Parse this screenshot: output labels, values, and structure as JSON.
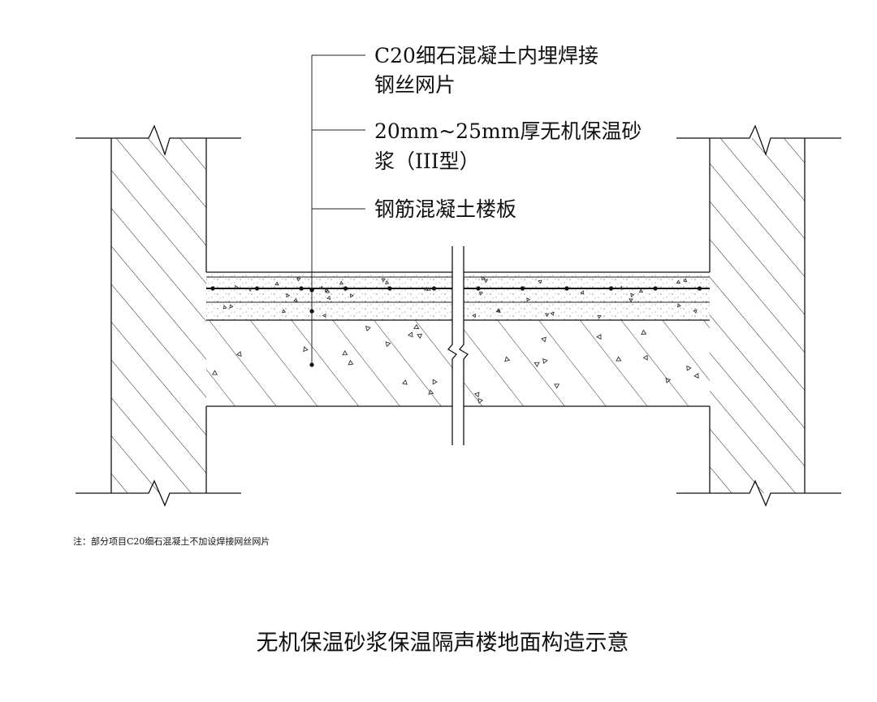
{
  "callouts": [
    {
      "line1": "C20细石混凝土内埋焊接",
      "line2": "钢丝网片"
    },
    {
      "line1": "20mm~25mm厚无机保温砂",
      "line2": "浆（III型）"
    },
    {
      "line1": "钢筋混凝土楼板",
      "line2": ""
    }
  ],
  "note": "注：部分项目C20细石混凝土不加设焊接网丝网片",
  "title": "无机保温砂浆保温隔声楼地面构造示意",
  "colors": {
    "line": "#111111",
    "background": "#ffffff"
  }
}
